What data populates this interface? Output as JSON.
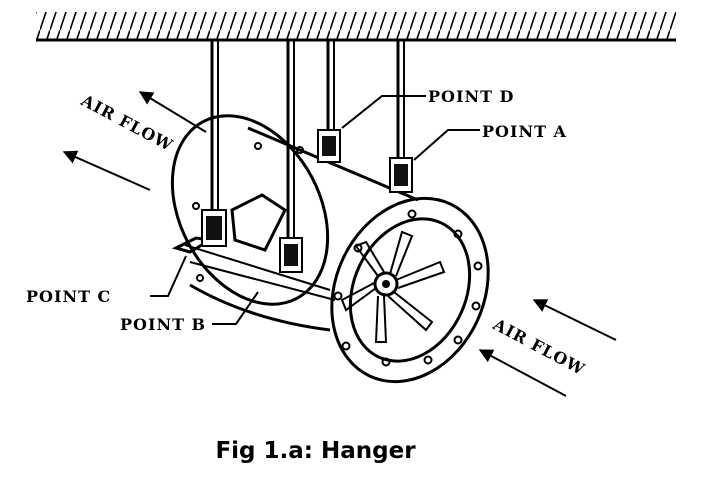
{
  "labels": {
    "point_a": "POINT A",
    "point_b": "POINT B",
    "point_c": "POINT C",
    "point_d": "POINT D",
    "air_flow_top": "AIR FLOW",
    "air_flow_bottom": "AIR FLOW"
  },
  "caption": "Fig 1.a: Hanger"
}
